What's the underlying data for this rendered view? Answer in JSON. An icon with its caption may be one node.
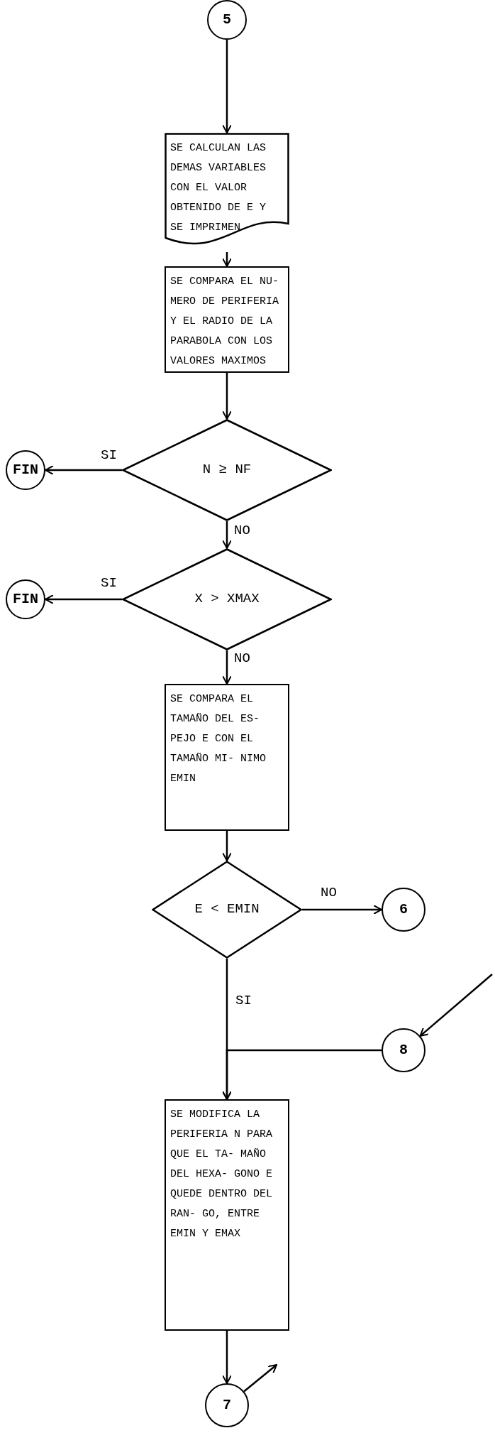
{
  "diagram": {
    "nodes": [
      {
        "text": [
          "5"
        ]
      },
      {
        "text": [
          "SE CALCULAN LAS DEMAS VARIABLES CON EL VALOR OBTENIDO DE E Y SE IMPRIMEN"
        ]
      },
      {
        "text": [
          "SE COMPARA EL NU- MERO DE PERIFERIA Y EL RADIO DE LA PARABOLA CON LOS VALORES MAXIMOS"
        ]
      },
      {
        "text": [
          "N ≥ NF"
        ]
      },
      {
        "text": [
          "FIN"
        ]
      },
      {
        "text": [
          "X > XMAX"
        ]
      },
      {
        "text": [
          "FIN"
        ]
      },
      {
        "text": [
          "SE COMPARA EL TAMAÑO DEL ES- PEJO E CON EL TAMAÑO MI- NIMO EMIN"
        ]
      },
      {
        "text": [
          "E < EMIN"
        ]
      },
      {
        "text": [
          "6"
        ]
      },
      {
        "text": [
          "8"
        ]
      },
      {
        "text": [
          "SE MODIFICA LA PERIFERIA N PARA QUE EL TA- MAÑO DEL HEXA- GONO E QUEDE DENTRO DEL RAN- GO, ENTRE EMIN Y EMAX"
        ]
      },
      {
        "text": [
          "7"
        ]
      }
    ],
    "edges": [
      {
        "from": 0,
        "to": 1,
        "arrow": "to"
      },
      {
        "from": 1,
        "to": 2,
        "arrow": "to"
      },
      {
        "from": 2,
        "to": 3,
        "arrow": "to"
      },
      {
        "from": 3,
        "to": 4,
        "arrow": "to",
        "label": "SI"
      },
      {
        "from": 3,
        "to": 5,
        "arrow": "to",
        "label": "NO"
      },
      {
        "from": 5,
        "to": 6,
        "arrow": "to",
        "label": "SI"
      },
      {
        "from": 5,
        "to": 7,
        "arrow": "to",
        "label": "NO"
      },
      {
        "from": 7,
        "to": 8,
        "arrow": "to"
      },
      {
        "from": 8,
        "to": 9,
        "arrow": "to",
        "label": "NO"
      },
      {
        "from": 8,
        "to": 11,
        "arrow": "to",
        "label": "SI"
      },
      {
        "from": 10,
        "to": 11,
        "arrow": "to"
      },
      {
        "from": null,
        "to": 10,
        "arrow": "to"
      },
      {
        "from": 11,
        "to": 12,
        "arrow": "to"
      },
      {
        "from": 12,
        "to": null,
        "arrow": "to"
      }
    ]
  }
}
